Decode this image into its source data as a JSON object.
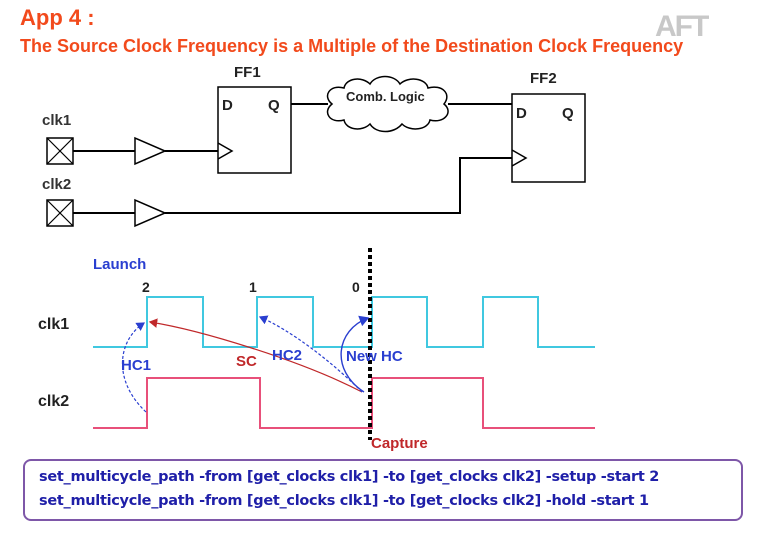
{
  "slide": {
    "title": "App 4 :",
    "subtitle": "The Source Clock Frequency is a Multiple of the Destination Clock Frequency",
    "logo_text": "AFT"
  },
  "circuit": {
    "ff1_label": "FF1",
    "ff2_label": "FF2",
    "ff1_d": "D",
    "ff1_q": "Q",
    "ff2_d": "D",
    "ff2_q": "Q",
    "comb_logic": "Comb. Logic",
    "clk1_label": "clk1",
    "clk2_label": "clk2"
  },
  "timing": {
    "launch_label": "Launch",
    "edge_numbers": [
      "2",
      "1",
      "0"
    ],
    "clk1_label": "clk1",
    "clk2_label": "clk2",
    "hc1_label": "HC1",
    "sc_label": "SC",
    "hc2_label": "HC2",
    "newhc_label": "New HC",
    "capture_label": "Capture",
    "clk1_color": "#40c8e0",
    "clk2_color": "#e8507a",
    "sc_color": "#c0282a",
    "hc_color": "#2a3fd0"
  },
  "commands": [
    "set_multicycle_path -from [get_clocks clk1] -to [get_clocks clk2] -setup -start 2",
    "set_multicycle_path -from [get_clocks clk1] -to [get_clocks clk2] -hold -start 1"
  ],
  "colors": {
    "title": "#f24a1c",
    "command_text": "#1f1fa8",
    "command_border": "#7e57a8"
  }
}
